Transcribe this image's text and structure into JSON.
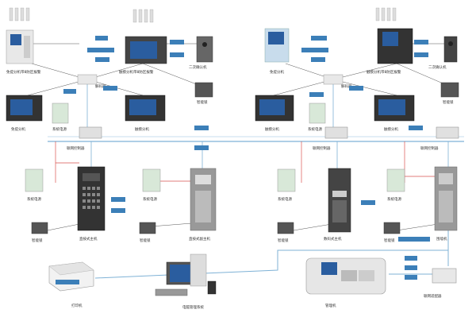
{
  "labels": {
    "video_ext_left": "免提分机带8防区报警",
    "touch_ext_left": "触摸分机带8防区报警",
    "second_door_left": "二次确认机",
    "decoder_left": "解码器",
    "video_ext_left2": "免提分机",
    "sys_power_top_left": "系统电源",
    "touch_ext_left2": "触摸分机",
    "smart_switch_top_left": "智能锁",
    "video_ext_right": "免提分机",
    "touch_ext_right": "触摸分机带8防区报警",
    "second_door_right": "二次确认机",
    "decoder_right": "解码器",
    "touch_ext_right2": "触摸分机",
    "sys_power_top_right": "系统电源",
    "touch_ext_right3": "触摸分机",
    "smart_switch_top_right": "智能锁",
    "hub_left": "联网控制器",
    "hub_mid": "联网控制器",
    "hub_right": "联网控制器",
    "sys_power_left": "系统电源",
    "sys_power_mid": "系统电源",
    "sys_power_mid2": "系统电源",
    "sys_power_right": "系统电源",
    "main_panel_1": "直按式主机",
    "main_panel_2": "直按式副主机",
    "main_panel_3": "数码式主机",
    "main_panel_4": "围墙机",
    "smart_lock_1": "智能锁",
    "smart_lock_2": "智能锁",
    "smart_lock_3": "智能锁",
    "smart_lock_4": "智能锁",
    "printer": "打印机",
    "pc": "电脑管理系统",
    "manager": "管理机",
    "network_adapter": "联网适配器"
  },
  "colors": {
    "line_red": "#d9534f",
    "line_blue": "#7fb2d6",
    "line_dark": "#555555",
    "badge_blue": "#3c7fb8",
    "device_gray": "#d0d0d0",
    "device_dark": "#333333",
    "screen_blue": "#2a5d9f"
  }
}
